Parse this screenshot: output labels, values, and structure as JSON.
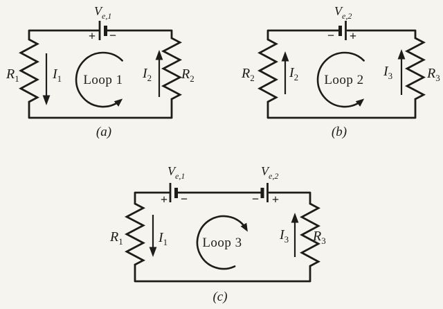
{
  "background": "#f5f4ee",
  "ink": "#1d1c1a",
  "circuits": {
    "a": {
      "caption": "(a)",
      "loop": {
        "label": "Loop 1",
        "direction": "counterclockwise"
      },
      "source": {
        "name": {
          "base": "V",
          "sub": "e,1"
        },
        "left_sign": "+",
        "right_sign": "−"
      },
      "left_branch": {
        "resistor": {
          "base": "R",
          "sub": "1"
        },
        "current": {
          "base": "I",
          "sub": "1"
        },
        "current_direction": "down"
      },
      "right_branch": {
        "resistor": {
          "base": "R",
          "sub": "2"
        },
        "current": {
          "base": "I",
          "sub": "2"
        },
        "current_direction": "up"
      }
    },
    "b": {
      "caption": "(b)",
      "loop": {
        "label": "Loop 2",
        "direction": "counterclockwise"
      },
      "source": {
        "name": {
          "base": "V",
          "sub": "e,2"
        },
        "left_sign": "−",
        "right_sign": "+"
      },
      "left_branch": {
        "resistor": {
          "base": "R",
          "sub": "2"
        },
        "current": {
          "base": "I",
          "sub": "2"
        },
        "current_direction": "up"
      },
      "right_branch": {
        "resistor": {
          "base": "R",
          "sub": "3"
        },
        "current": {
          "base": "I",
          "sub": "3"
        },
        "current_direction": "up"
      }
    },
    "c": {
      "caption": "(c)",
      "loop": {
        "label": "Loop 3",
        "direction": "clockwise"
      },
      "sources": [
        {
          "name": {
            "base": "V",
            "sub": "e,1"
          },
          "left_sign": "+",
          "right_sign": "−"
        },
        {
          "name": {
            "base": "V",
            "sub": "e,2"
          },
          "left_sign": "−",
          "right_sign": "+"
        }
      ],
      "left_branch": {
        "resistor": {
          "base": "R",
          "sub": "1"
        },
        "current": {
          "base": "I",
          "sub": "1"
        },
        "current_direction": "down"
      },
      "right_branch": {
        "resistor": {
          "base": "R",
          "sub": "3"
        },
        "current": {
          "base": "I",
          "sub": "3"
        },
        "current_direction": "up"
      }
    }
  }
}
